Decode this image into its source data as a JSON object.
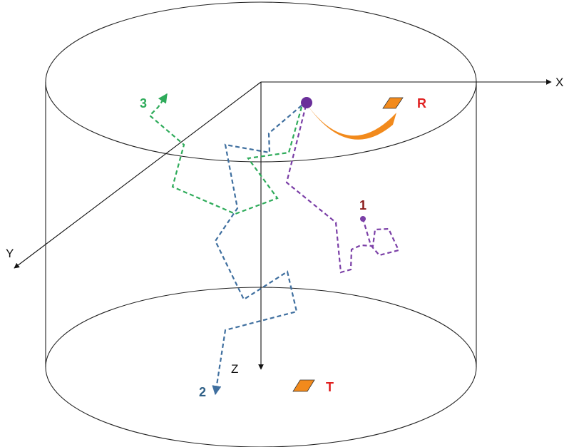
{
  "axes": {
    "x_label": "X",
    "y_label": "Y",
    "z_label": "Z"
  },
  "paths": [
    {
      "label": "1",
      "color": "#7b3fa7",
      "label_color": "#8b1a1a"
    },
    {
      "label": "2",
      "color": "#3f6f9f",
      "label_color": "#2e5f86"
    },
    {
      "label": "3",
      "color": "#2eab5a",
      "label_color": "#2eab5a"
    }
  ],
  "markers": {
    "receiver_label": "R",
    "transmitter_label": "T",
    "marker_color": "#f28a1c",
    "label_color": "#e02020"
  },
  "reflector_color": "#f28a1c",
  "source_color": "#6a2f9a"
}
